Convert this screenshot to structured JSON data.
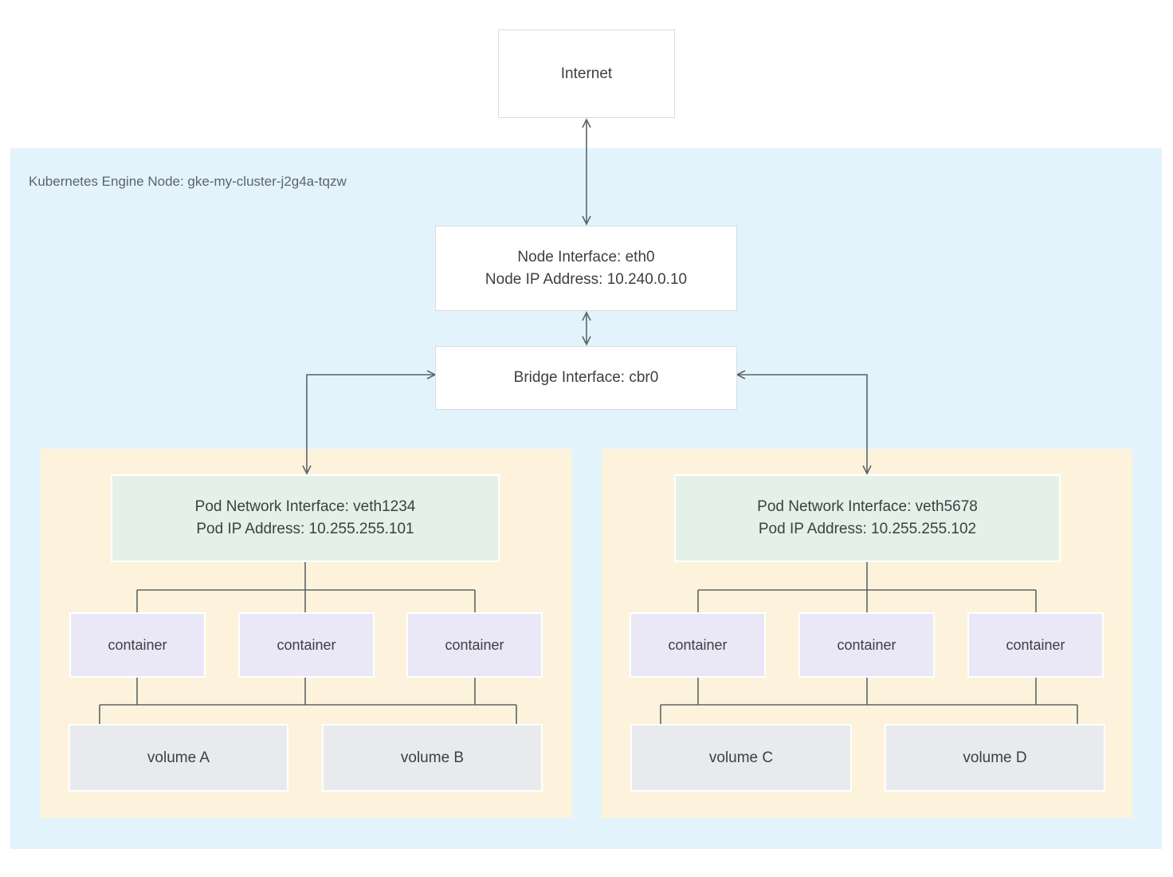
{
  "internet_label": "Internet",
  "zone_label": "Kubernetes Engine Node: gke-my-cluster-j2g4a-tqzw",
  "node_interface": {
    "line1": "Node Interface: eth0",
    "line2": "Node IP Address: 10.240.0.10"
  },
  "bridge_interface": {
    "label": "Bridge Interface: cbr0"
  },
  "pods": [
    {
      "interface": {
        "line1": "Pod Network Interface: veth1234",
        "line2": "Pod IP Address: 10.255.255.101"
      },
      "containers": [
        "container",
        "container",
        "container"
      ],
      "volumes": [
        "volume A",
        "volume B"
      ]
    },
    {
      "interface": {
        "line1": "Pod Network Interface: veth5678",
        "line2": "Pod IP Address: 10.255.255.102"
      },
      "containers": [
        "container",
        "container",
        "container"
      ],
      "volumes": [
        "volume C",
        "volume D"
      ]
    }
  ],
  "colors": {
    "zone_bg": "#e2f3fc",
    "pod_bg": "#fdf3dc",
    "pod_interface_bg": "#e4f0e8",
    "container_bg": "#eae7f7",
    "volume_bg": "#e8eaed",
    "box_border": "#dadce0",
    "wire": "#5f6368",
    "text": "#3c4043",
    "zone_label_text": "#5f6368"
  }
}
